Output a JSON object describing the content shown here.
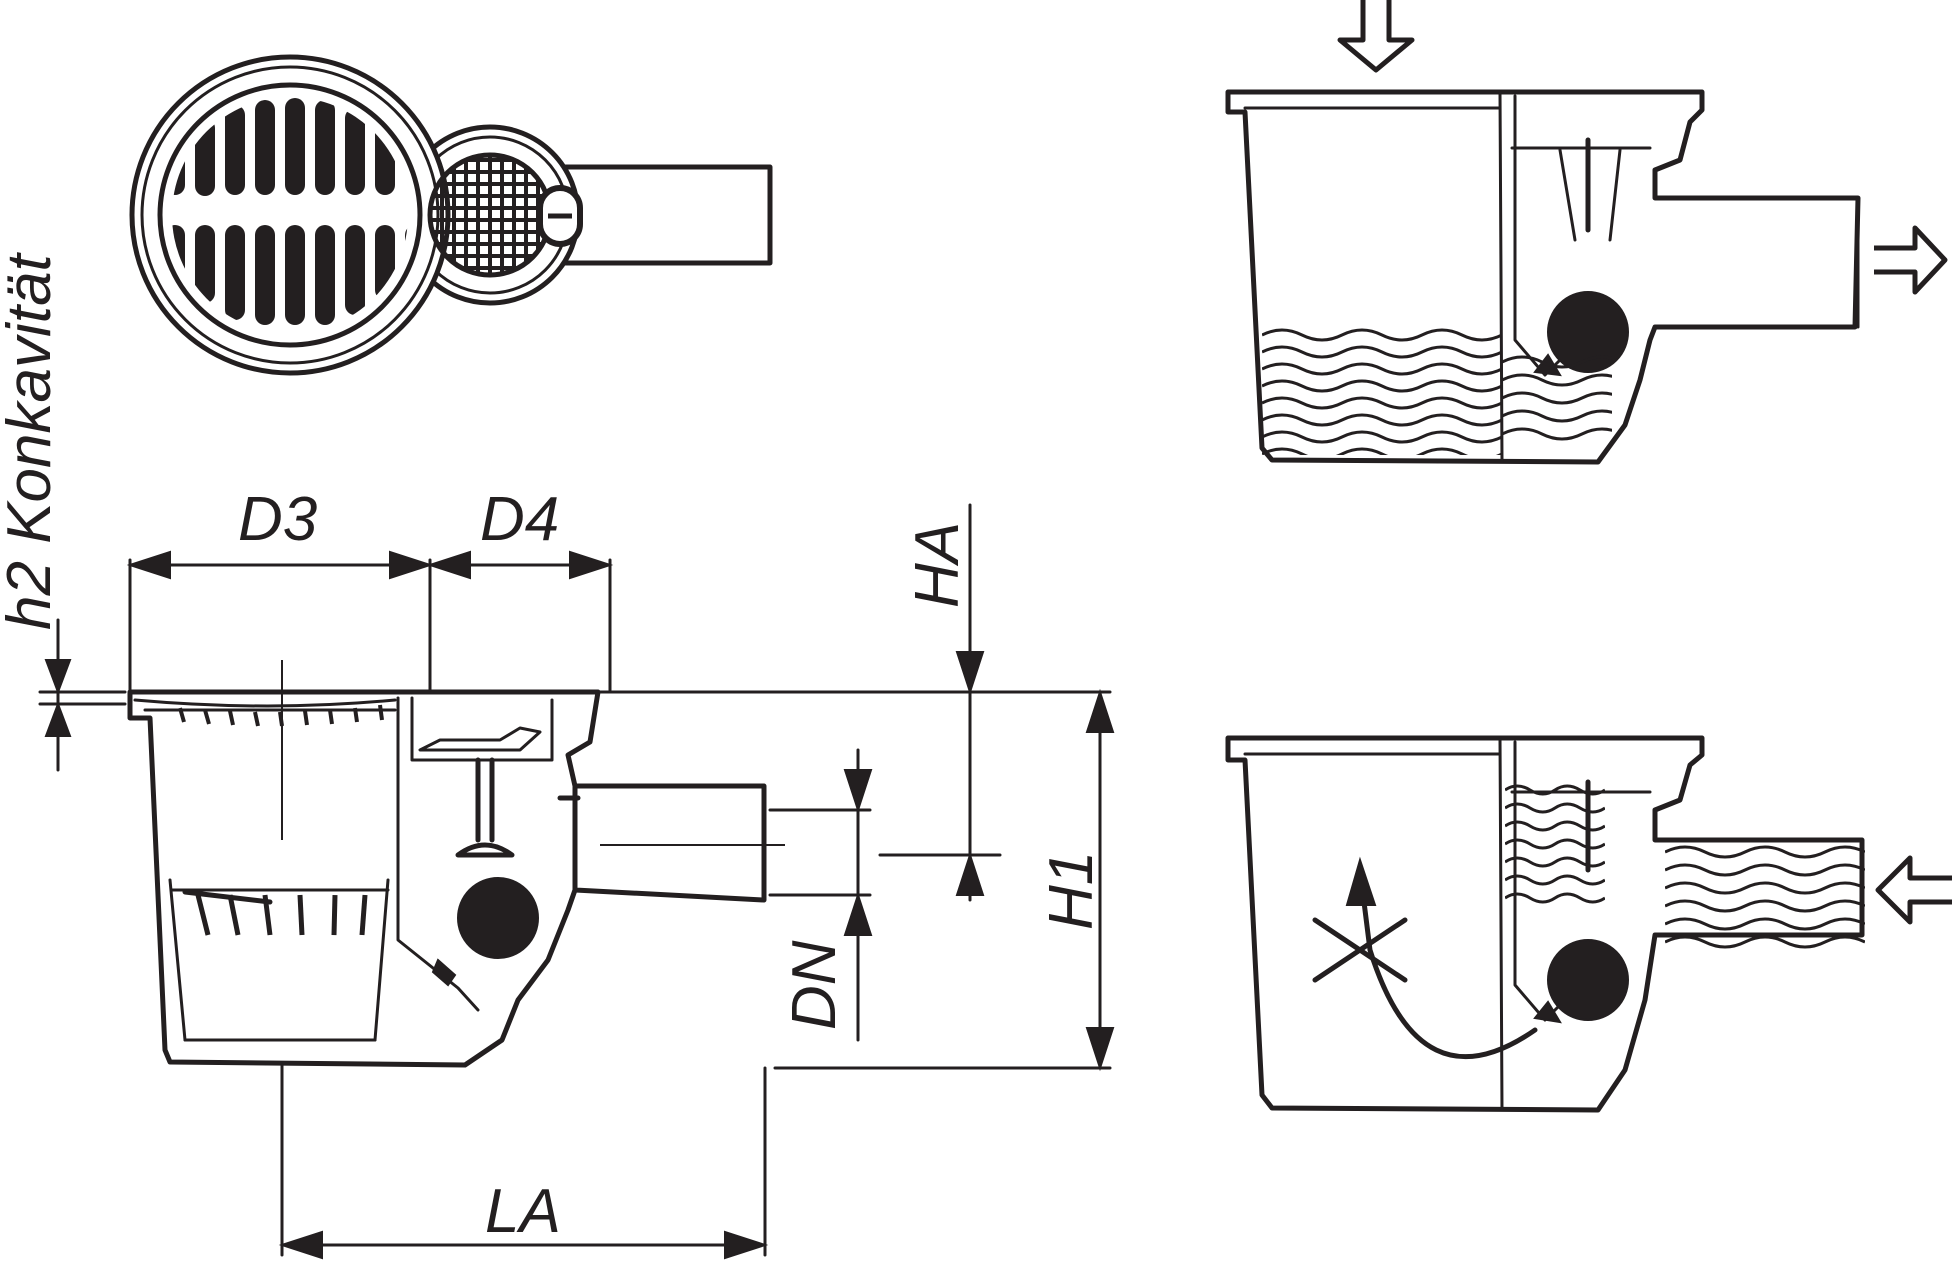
{
  "labels": {
    "d3": "D3",
    "d4": "D4",
    "ha": "HA",
    "h1": "H1",
    "dn": "DN",
    "la": "LA",
    "h2": "h2 Konkavität"
  },
  "icons": {
    "flow_in": "arrow-down-icon",
    "flow_out": "arrow-right-icon",
    "backflow": "arrow-left-icon",
    "blocked": "cross-icon"
  },
  "colors": {
    "line": "#231f20",
    "background": "#ffffff"
  }
}
